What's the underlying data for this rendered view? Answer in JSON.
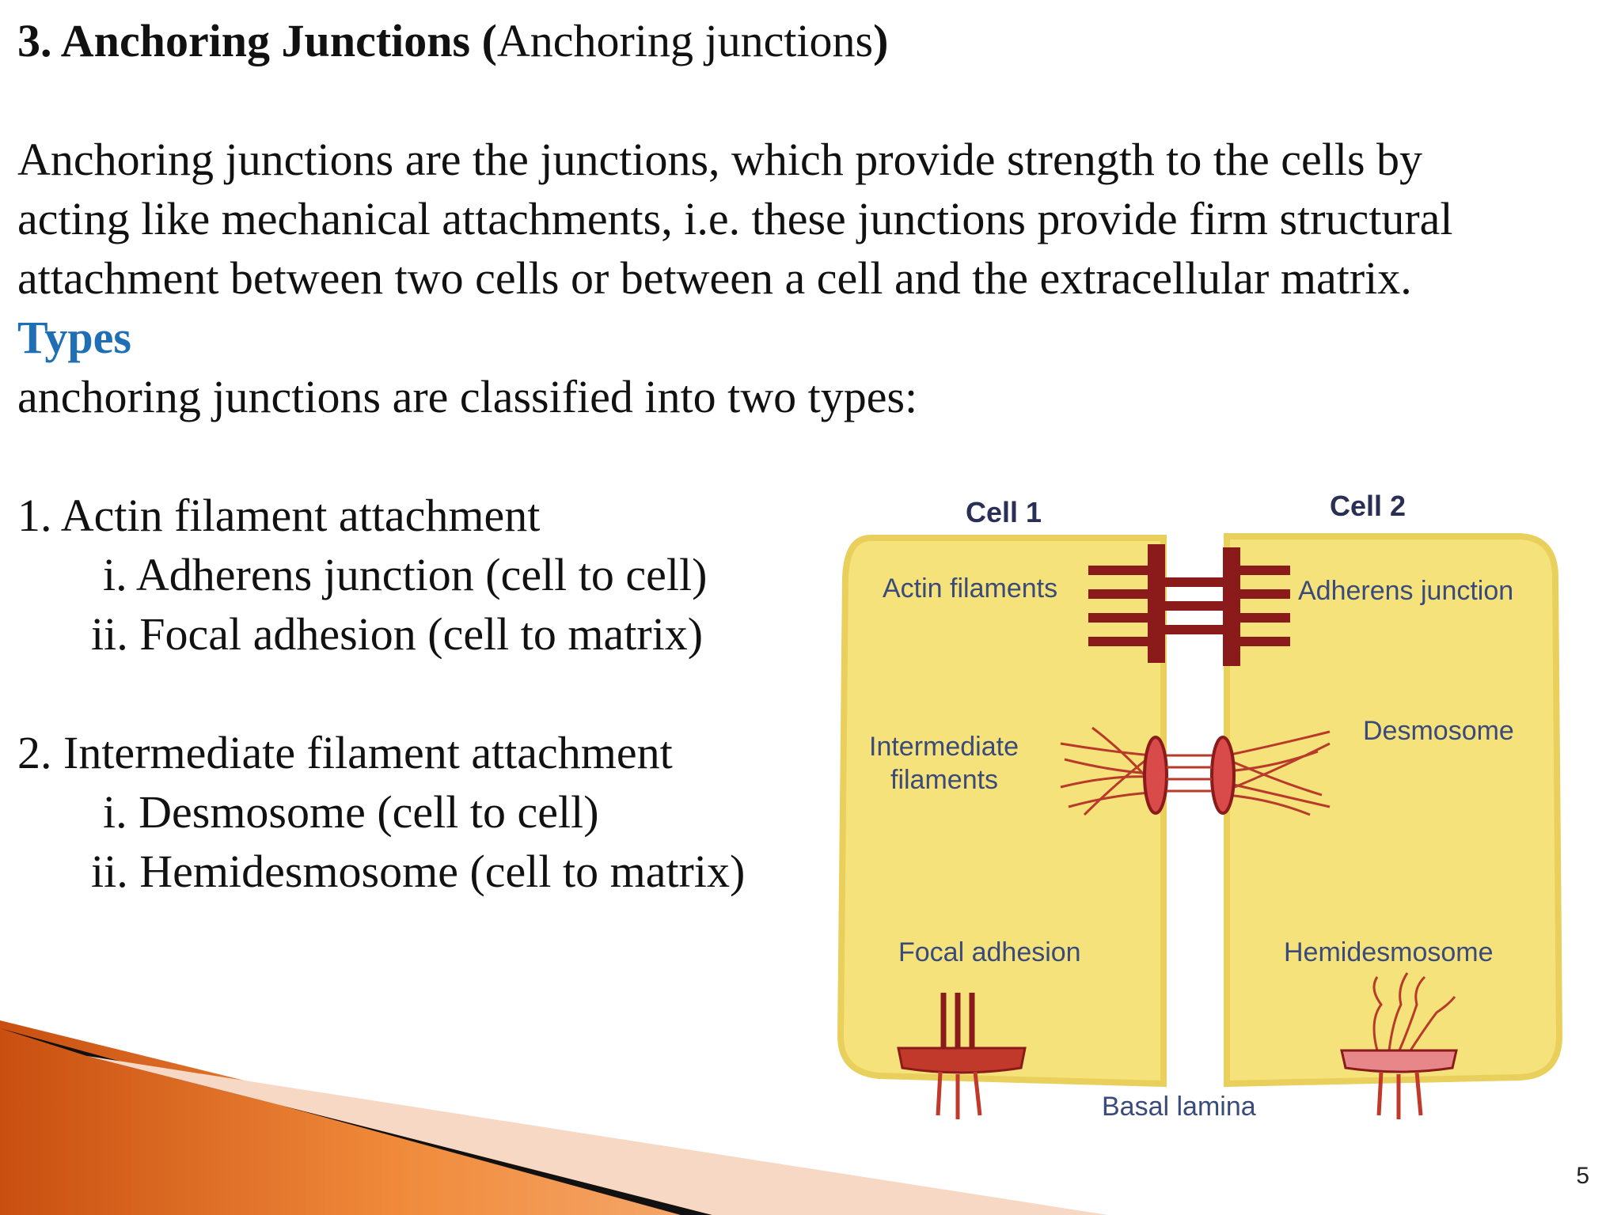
{
  "title": {
    "bold": "3. Anchoring Junctions (",
    "normal": "Anchoring junctions",
    "close": ")"
  },
  "intro": [
    "Anchoring junctions are the junctions, which provide strength to the cells by",
    "acting like mechanical attachments, i.e. these junctions provide firm structural",
    "attachment between two cells or between a cell and the extracellular matrix."
  ],
  "types_heading": "Types",
  "types_intro": "anchoring junctions are classified into two types:",
  "list": [
    {
      "label": "1.  Actin filament attachment",
      "items": [
        "i. Adherens junction (cell to cell)",
        "ii. Focal adhesion (cell to matrix)"
      ]
    },
    {
      "label": "2. Intermediate filament attachment",
      "items": [
        "i. Desmosome (cell to cell)",
        "ii. Hemidesmosome (cell to matrix)"
      ]
    }
  ],
  "diagram": {
    "cell1": "Cell 1",
    "cell2": "Cell 2",
    "actin_filaments": "Actin filaments",
    "adherens_junction": "Adherens junction",
    "intermediate_1": "Intermediate",
    "intermediate_2": "filaments",
    "desmosome": "Desmosome",
    "focal_adhesion": "Focal adhesion",
    "hemidesmosome": "Hemidesmosome",
    "basal_lamina": "Basal lamina",
    "colors": {
      "cell_fill": "#f6e27a",
      "cell_stroke": "#e7c94e",
      "junction": "#8b1a1a",
      "filament": "#c0392b",
      "plaque": "#d94a4a"
    }
  },
  "page_number": "5",
  "colors": {
    "types_heading": "#1f6fb5",
    "accent_orange": "#e8711f"
  }
}
